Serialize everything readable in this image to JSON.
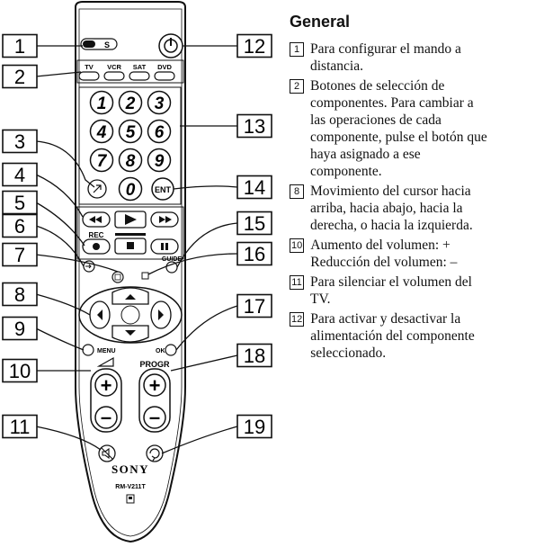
{
  "section_title": "General",
  "items": [
    {
      "num": "1",
      "text": "Para configurar el mando a\ndistancia."
    },
    {
      "num": "2",
      "text": "Botones de selección de\ncomponentes. Para cambiar a\nlas operaciones de cada\ncomponente, pulse el botón que\nhaya asignado a ese\ncomponente."
    },
    {
      "num": "8",
      "text": "Movimiento del cursor hacia\narriba, hacia abajo, hacia la\nderecha, o hacia la izquierda."
    },
    {
      "num": "10",
      "text": "Aumento del volumen: +\nReducción del volumen: –"
    },
    {
      "num": "11",
      "text": "Para silenciar el volumen del\nTV."
    },
    {
      "num": "12",
      "text": "Para activar y desactivar la\nalimentación del componente\nseleccionado."
    }
  ],
  "remote": {
    "brand": "SONY",
    "model": "RM-V211T",
    "switch_label": "S",
    "component_buttons": [
      "TV",
      "VCR",
      "SAT",
      "DVD"
    ],
    "digits": [
      "1",
      "2",
      "3",
      "4",
      "5",
      "6",
      "7",
      "8",
      "9",
      "0"
    ],
    "enter_label": "ENT",
    "rec_label": "REC",
    "guide_label": "GUIDE",
    "menu_label": "MENU",
    "ok_label": "OK",
    "progr_label": "PROGR",
    "plus": "+",
    "minus": "–"
  },
  "callouts": {
    "left": [
      "1",
      "2",
      "3",
      "4",
      "5",
      "6",
      "7",
      "8",
      "9",
      "10",
      "11"
    ],
    "right": [
      "12",
      "13",
      "14",
      "15",
      "16",
      "17",
      "18",
      "19"
    ]
  }
}
